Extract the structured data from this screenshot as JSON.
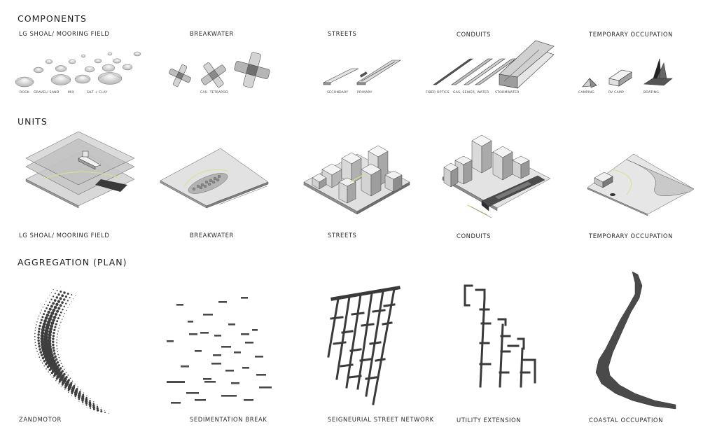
{
  "sections": {
    "components": "COMPONENTS",
    "units": "UNITS",
    "aggregation": "AGGREGATION (PLAN)"
  },
  "columns": [
    {
      "component": "LG SHOAL/ MOORING FIELD",
      "subs": [
        "ROCK",
        "GRAVEL/ SAND",
        "MIX",
        "SILT + CLAY"
      ],
      "unit": "LG SHOAL/ MOORING FIELD",
      "aggregation": "ZANDMOTOR"
    },
    {
      "component": "BREAKWATER",
      "subs": [
        "CAU. TETRAPOD"
      ],
      "unit": "BREAKWATER",
      "aggregation": "SEDIMENTATION BREAK"
    },
    {
      "component": "STREETS",
      "subs": [
        "SECONDARY",
        "PRIMARY"
      ],
      "unit": "STREETS",
      "aggregation": "SEIGNEURIAL  STREET NETWORK"
    },
    {
      "component": "CONDUITS",
      "subs": [
        "FIBER OPTICS",
        "GAS, SEWER, WATER",
        "STORMWATER"
      ],
      "unit": "CONDUITS",
      "aggregation": "UTILITY EXTENSION"
    },
    {
      "component": "TEMPORARY OCCUPATION",
      "subs": [
        "CAMPING",
        "RV CAMP",
        "BOATING"
      ],
      "unit": "TEMPORARY OCCUPATION",
      "aggregation": "COASTAL OCCUPATION"
    }
  ]
}
